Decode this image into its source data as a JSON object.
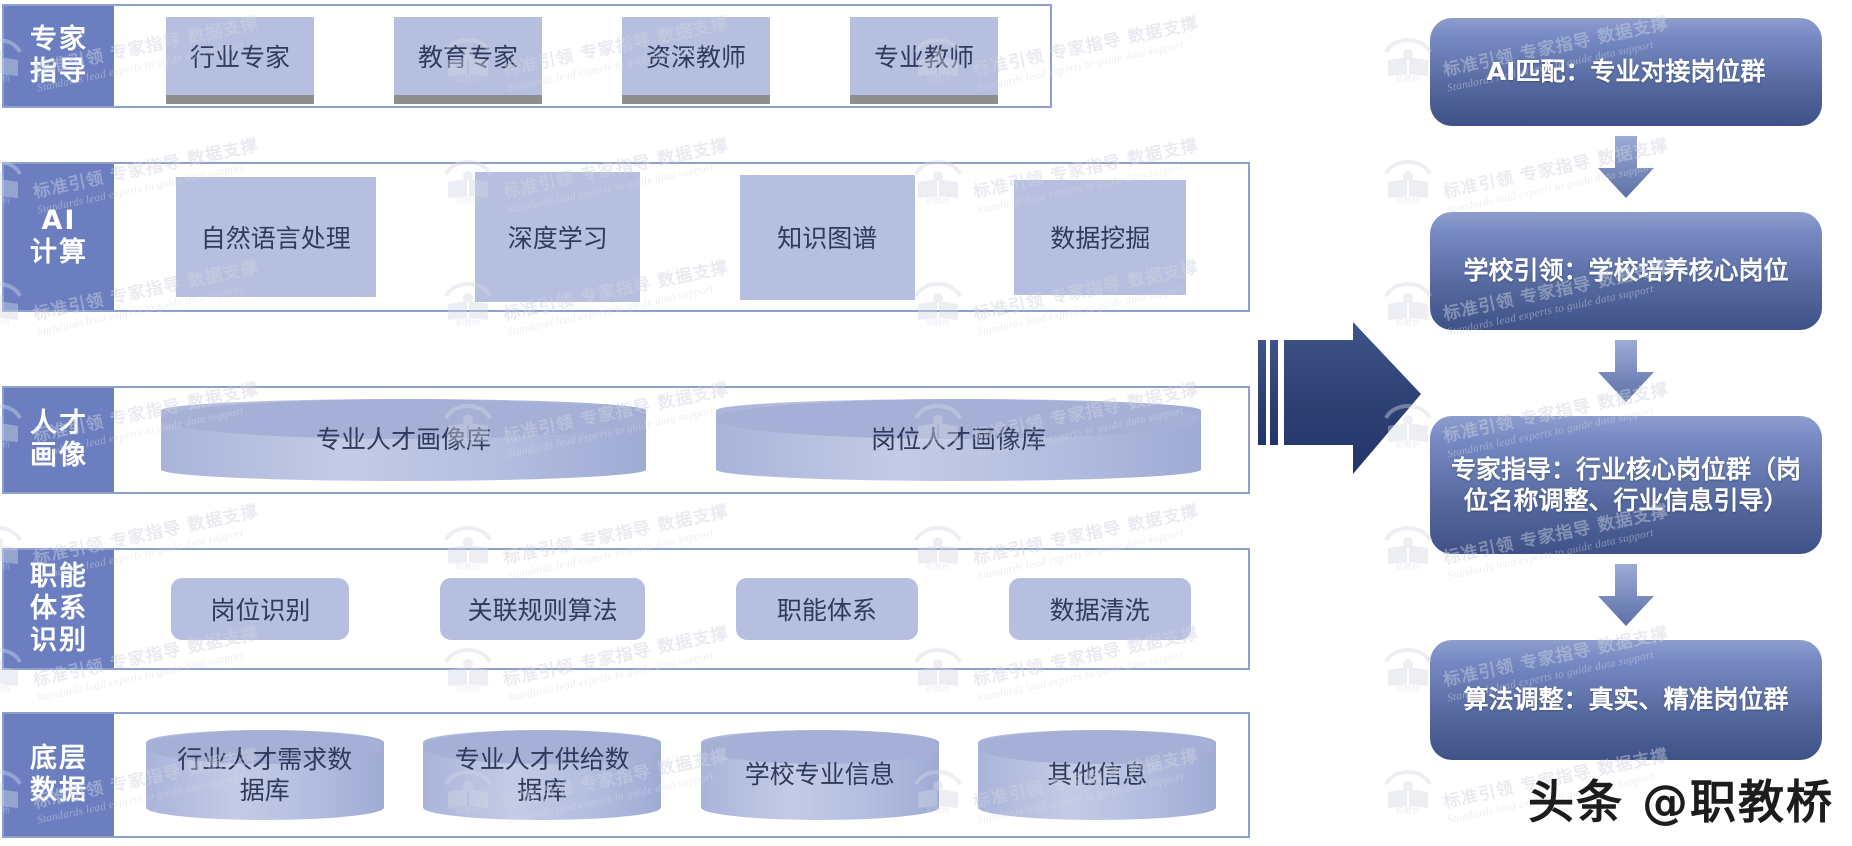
{
  "diagram": {
    "title": "AI匹配岗位群流程图",
    "colors": {
      "band_border": "#8f9fd0",
      "band_label_bg": "#6b7fc0",
      "node_fill": "#b6bfdf",
      "pill_gradient_top": "#8e9dcd",
      "pill_gradient_bottom": "#3f5288",
      "arrow_fill": "#33497f",
      "text_dark": "#2f3a5c",
      "text_light": "#ffffff"
    }
  },
  "left_bands": [
    {
      "label_lines": [
        "专家",
        "指导"
      ],
      "node_style": "flat-shadow",
      "nodes": [
        {
          "label": "行业专家"
        },
        {
          "label": "教育专家"
        },
        {
          "label": "资深教师"
        },
        {
          "label": "专业教师"
        }
      ]
    },
    {
      "label_lines": [
        "AI",
        "计算"
      ],
      "node_style": "flat",
      "nodes": [
        {
          "label": "自然语言处理"
        },
        {
          "label": "深度学习"
        },
        {
          "label": "知识图谱"
        },
        {
          "label": "数据挖掘"
        }
      ]
    },
    {
      "label_lines": [
        "人才",
        "画像"
      ],
      "node_style": "cylinder-wide",
      "nodes": [
        {
          "label": "专业人才画像库"
        },
        {
          "label": "岗位人才画像库"
        }
      ]
    },
    {
      "label_lines": [
        "职能",
        "体系",
        "识别"
      ],
      "node_style": "rounded",
      "nodes": [
        {
          "label": "岗位识别"
        },
        {
          "label": "关联规则算法"
        },
        {
          "label": "职能体系"
        },
        {
          "label": "数据清洗"
        }
      ]
    },
    {
      "label_lines": [
        "底层",
        "数据"
      ],
      "node_style": "cylinder",
      "nodes": [
        {
          "label": "行业人才需求数\n据库"
        },
        {
          "label": "专业人才供给数\n据库"
        },
        {
          "label": "学校专业信息"
        },
        {
          "label": "其他信息"
        }
      ]
    }
  ],
  "right_flow": {
    "steps": [
      {
        "label": "AI匹配：专业对接岗位群"
      },
      {
        "label": "学校引领：学校培养核心岗位"
      },
      {
        "label": "专家指导：行业核心岗位群（岗位名称调整、行业信息引导）"
      },
      {
        "label": "算法调整：真实、精准岗位群"
      }
    ],
    "connector_icon": "down-arrow-icon"
  },
  "watermark": {
    "cn": "标准引领 专家指导 数据支撑",
    "en": "Standards lead experts to guide data support",
    "logo_icon": "open-book-icon",
    "logo_caption": "职教桥",
    "channel": "头条 @职教桥"
  }
}
